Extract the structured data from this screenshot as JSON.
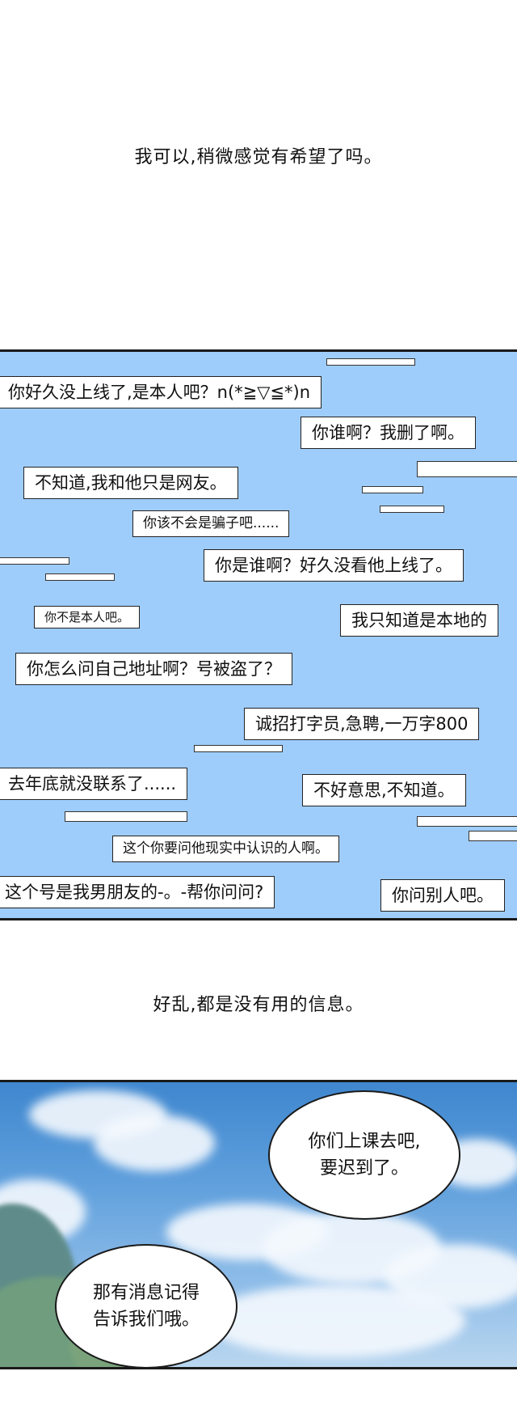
{
  "narration": {
    "top": "我可以,稍微感觉有希望了吗。",
    "middle": "好乱,都是没有用的信息。"
  },
  "chat": {
    "m1": "你好久没上线了,是本人吧？n(*≧▽≦*)n",
    "m2": "你谁啊？我删了啊。",
    "m3": "不知道,我和他只是网友。",
    "m4": "你该不会是骗子吧......",
    "m5": "你是谁啊？好久没看他上线了。",
    "m6": "你不是本人吧。",
    "m7": "我只知道是本地的",
    "m8": "你怎么问自己地址啊？号被盗了？",
    "m9": "诚招打字员,急聘,一万字800",
    "m10": "去年底就没联系了......",
    "m11": "不好意思,不知道。",
    "m12": "这个你要问他现实中认识的人啊。",
    "m13": "这个号是我男朋友的-。-帮你问问?",
    "m14": "你问别人吧。"
  },
  "bubbles": {
    "b1_line1": "你们上课去吧,",
    "b1_line2": "要迟到了。",
    "b2_line1": "那有消息记得",
    "b2_line2": "告诉我们哦。"
  },
  "colors": {
    "chat_bg": "#9fcdfb",
    "sky_top": "#3f87cf",
    "sky_bottom": "#b9d6ef"
  }
}
